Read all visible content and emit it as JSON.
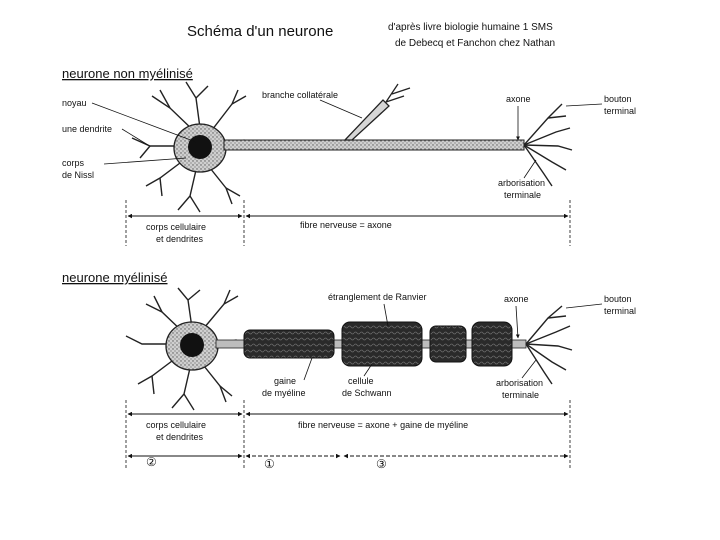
{
  "header": {
    "title": "Schéma d'un neurone",
    "source_line1": "d'après livre biologie humaine 1 SMS",
    "source_line2": "de Debecq et Fanchon chez Nathan"
  },
  "section1": {
    "heading": "neurone non myélinisé",
    "labels": {
      "noyau": "noyau",
      "dendrite": "une dendrite",
      "nissl_1": "corps",
      "nissl_2": "de Nissl",
      "collateral": "branche collatérale",
      "axone": "axone",
      "bouton_1": "bouton",
      "bouton_2": "terminal",
      "arbor_1": "arborisation",
      "arbor_2": "terminale",
      "corps_1": "corps cellulaire",
      "corps_2": "et dendrites",
      "fibre": "fibre nerveuse = axone"
    }
  },
  "section2": {
    "heading": "neurone myélinisé",
    "labels": {
      "ranvier": "étranglement de Ranvier",
      "axone": "axone",
      "bouton_1": "bouton",
      "bouton_2": "terminal",
      "gaine_1": "gaine",
      "gaine_2": "de myéline",
      "schwann_1": "cellule",
      "schwann_2": "de Schwann",
      "arbor_1": "arborisation",
      "arbor_2": "terminale",
      "corps_1": "corps cellulaire",
      "corps_2": "et dendrites",
      "fibre": "fibre nerveuse = axone + gaine de myéline",
      "mark_a": "②",
      "mark_b": "①",
      "mark_c": "③"
    }
  }
}
